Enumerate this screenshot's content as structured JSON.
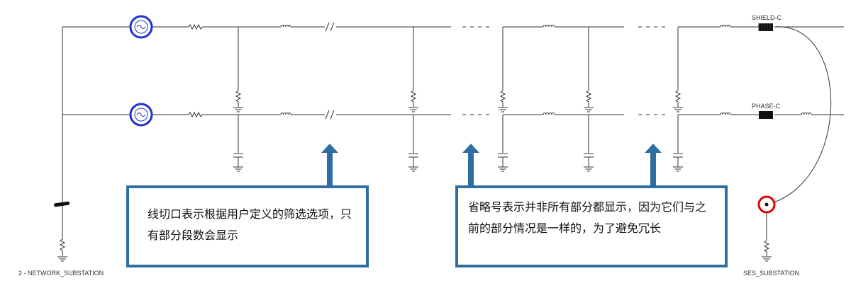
{
  "labels": {
    "shield_c": "SHIELD-C",
    "phase_c": "PHASE-C",
    "network_substation": "2 - NETWORK_SUBSTATION",
    "ses_substation": "SES_SUBSTATION"
  },
  "callouts": {
    "left_text": "线切口表示根据用户定义的筛选选项，只有部分段数会显示",
    "right_text": "省略号表示并非所有部分都显示，因为它们与之前的部分情况是一样的，为了避免冗长"
  },
  "colors": {
    "source_circle": "#1e32d2",
    "ses_circle": "#e60000",
    "callout_border": "#2f6ea3",
    "arrow": "#2f6ea3",
    "wire": "#333333"
  }
}
